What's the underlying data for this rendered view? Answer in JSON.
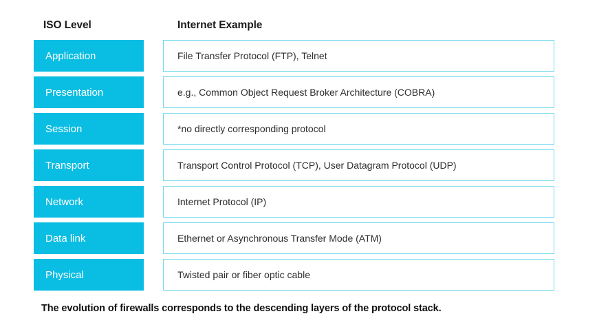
{
  "header": {
    "iso_level": "ISO Level",
    "internet_example": "Internet Example"
  },
  "colors": {
    "layer_fill": "#0ABDE3",
    "layer_text": "#FFFFFF",
    "box_border": "#6FD9EC",
    "box_fill": "#FFFFFF",
    "body_text": "#2D2D2D",
    "header_text": "#1A1A1A",
    "caption_text": "#111111",
    "background": "#FFFFFF"
  },
  "rows": [
    {
      "layer": "Application",
      "example": "File Transfer Protocol (FTP), Telnet"
    },
    {
      "layer": "Presentation",
      "example": "e.g., Common Object Request Broker Architecture (COBRA)"
    },
    {
      "layer": "Session",
      "example": "*no directly corresponding protocol"
    },
    {
      "layer": "Transport",
      "example": "Transport Control Protocol (TCP), User Datagram Protocol (UDP)"
    },
    {
      "layer": "Network",
      "example": "Internet Protocol (IP)"
    },
    {
      "layer": "Data link",
      "example": "Ethernet or Asynchronous Transfer Mode (ATM)"
    },
    {
      "layer": "Physical",
      "example": "Twisted pair or fiber optic cable"
    }
  ],
  "caption": "The evolution of firewalls corresponds to the descending layers of the protocol stack."
}
